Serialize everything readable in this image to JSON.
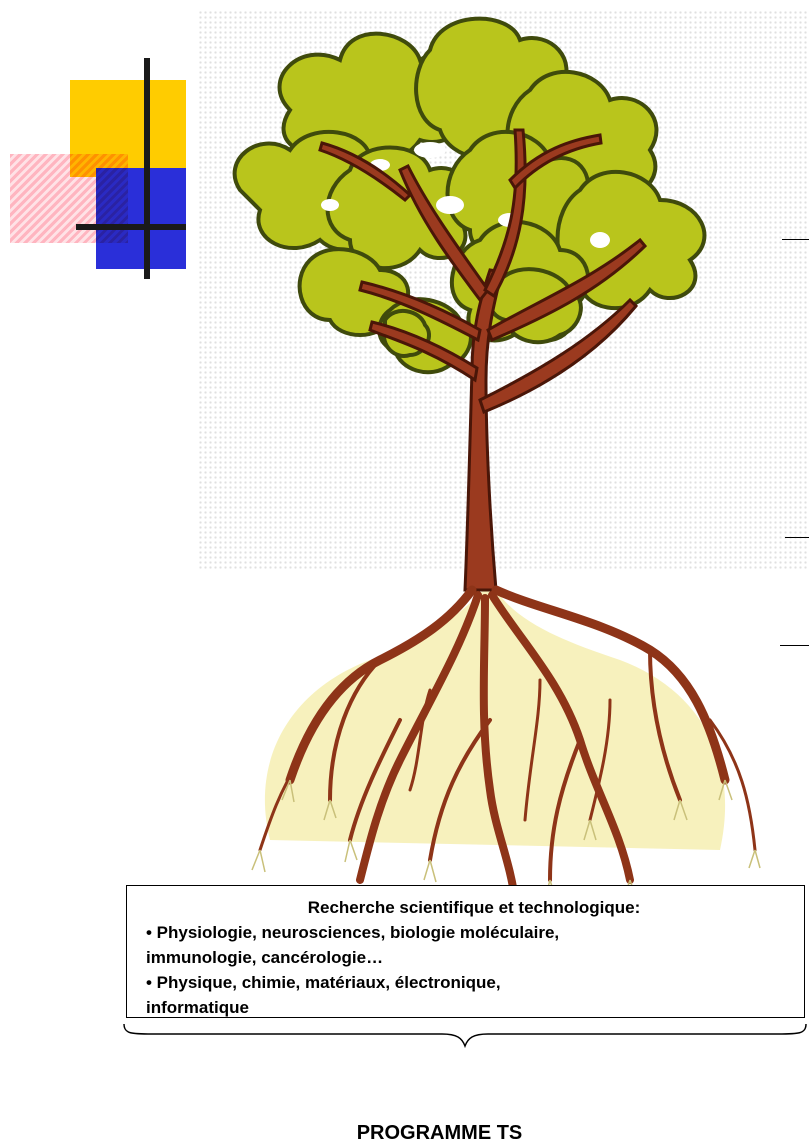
{
  "research": {
    "title": "Recherche scientifique et technologique:",
    "lines": [
      "• Physiologie, neurosciences, biologie moléculaire,",
      "immunologie, cancérologie…",
      "• Physique, chimie, matériaux, électronique,",
      "informatique"
    ]
  },
  "program_label": "PROGRAMME TS",
  "colors": {
    "foliage": "#b9c51c",
    "foliage_dark": "#3f4a0c",
    "trunk": "#9b3a1f",
    "roots_glow": "#f6efb6",
    "deco_yellow": "#ffcc00",
    "deco_blue": "#2a2fd9",
    "deco_pink": "#ff8096"
  },
  "icons": [
    "tree-illustration",
    "decorative-squares",
    "curly-brace"
  ]
}
